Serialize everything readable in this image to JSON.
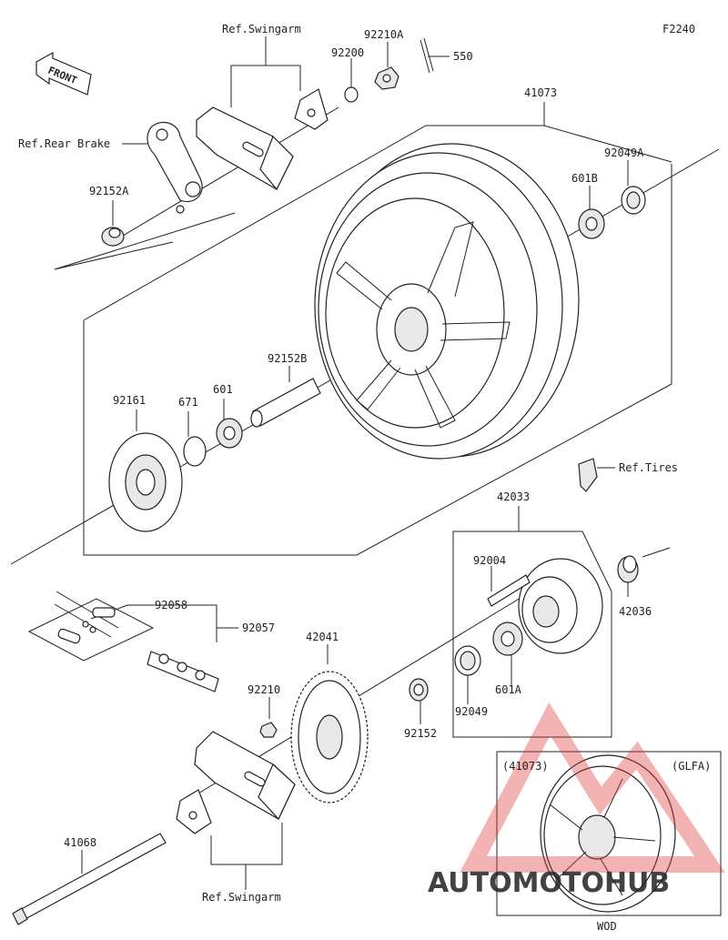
{
  "diagram_code": "F2240",
  "front_label": "FRONT",
  "labels": {
    "ref_swingarm_top": "Ref.Swingarm",
    "p92210A": "92210A",
    "p92200": "92200",
    "p550": "550",
    "p41073": "41073",
    "ref_rear_brake": "Ref.Rear Brake",
    "p92049A": "92049A",
    "p601B": "601B",
    "p92152A": "92152A",
    "p92152B": "92152B",
    "p92161": "92161",
    "p671": "671",
    "p601": "601",
    "ref_tires": "Ref.Tires",
    "p42033": "42033",
    "p92004": "92004",
    "p42036": "42036",
    "p92058": "92058",
    "p92057": "92057",
    "p42041": "42041",
    "p601A": "601A",
    "p92210": "92210",
    "p92049": "92049",
    "p92152": "92152",
    "p41068": "41068",
    "ref_swingarm_bottom": "Ref.Swingarm",
    "inset_part": "(41073)",
    "inset_variant": "(GLFA)",
    "inset_color": "WOD"
  },
  "watermark": {
    "text": "AUTOMOTOHUB",
    "color_main": "#f6c96a",
    "color_accent": "#e03a3a"
  }
}
